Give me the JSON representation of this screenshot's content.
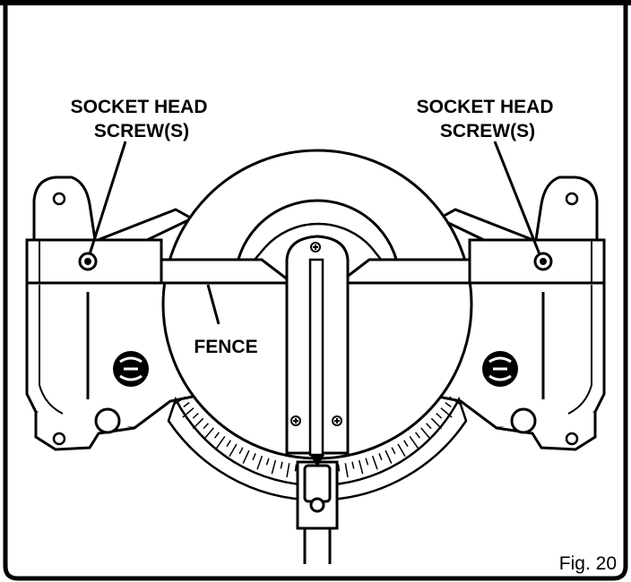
{
  "labels": {
    "left_screw": [
      "SOCKET HEAD",
      "SCREW(S)"
    ],
    "right_screw": [
      "SOCKET HEAD",
      "SCREW(S)"
    ],
    "fence": "FENCE"
  },
  "figure": {
    "caption": "Fig. 20"
  },
  "colors": {
    "ink": "#000000",
    "paper": "#ffffff"
  }
}
